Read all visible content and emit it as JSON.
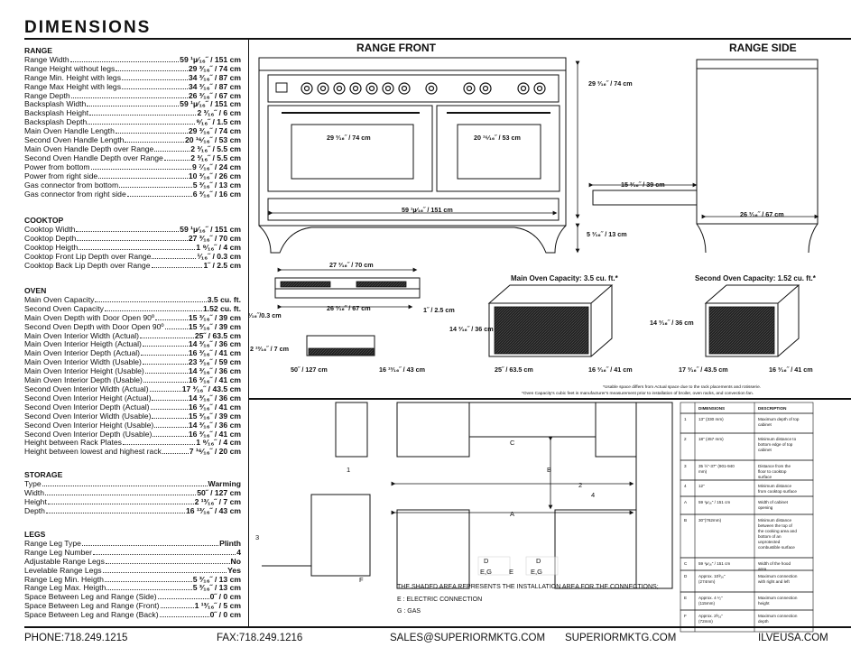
{
  "title": "DIMENSIONS",
  "sections": [
    {
      "name": "RANGE",
      "rows": [
        [
          "Range Width",
          "59 ¹µ⁄₁₆˝ / 151 cm"
        ],
        [
          "Range Height without legs",
          "29 ³⁄₁₆˝ / 74 cm"
        ],
        [
          "Range Min. Height with legs",
          "34 ³⁄₁₆˝ / 87 cm"
        ],
        [
          "Range Max Height with legs",
          "34 ³⁄₁₆˝ / 87 cm"
        ],
        [
          "Range Depth",
          "26 ³⁄₁₆˝ / 67 cm"
        ],
        [
          "Backsplash Width",
          "59 ¹µ⁄₁₆˝ / 151 cm"
        ],
        [
          "Backsplash Height",
          "2 ³⁄₁₆˝ / 6 cm"
        ],
        [
          "Backsplash Depth",
          "⁹⁄₁₆˝ / 1.5 cm"
        ],
        [
          "Main Oven Handle Length",
          "29 ³⁄₁₆˝ / 74 cm"
        ],
        [
          "Second Oven Handle Length",
          "20 ¹⁶⁄₁₆˝ / 53 cm"
        ],
        [
          "Main Oven Handle Depth over Range",
          "2 ³⁄₁₆˝ / 5.5 cm"
        ],
        [
          "Second Oven Handle Depth over Range",
          "2 ³⁄₁₆˝ / 5.5 cm"
        ],
        [
          "Power from bottom",
          "9 ⁷⁄₁₆˝ / 24 cm"
        ],
        [
          "Power from right side",
          "10 ³⁄₁₆˝ / 26 cm"
        ],
        [
          "Gas connector from bottom",
          "5 ³⁄₁₆˝ / 13 cm"
        ],
        [
          "Gas connector from right side",
          "6 ³⁄₁₆˝ / 16 cm"
        ]
      ]
    },
    {
      "name": "COOKTOP",
      "rows": [
        [
          "Cooktop Width",
          "59 ¹µ⁄₁₆˝ / 151 cm"
        ],
        [
          "Cooktop Depth",
          "27 ³⁄₁₆˝ / 70 cm"
        ],
        [
          "Cooktop Heigth",
          "1 ⁹⁄₁₆˝ / 4 cm"
        ],
        [
          "Cooktop Front Lip Depth over Range",
          "¹⁄₁₆˝ / 0.3 cm"
        ],
        [
          "Cooktop Back Lip Depth over Range",
          "1˝ / 2.5 cm"
        ]
      ]
    },
    {
      "name": "OVEN",
      "rows": [
        [
          "Main Oven Capacity",
          "3.5 cu. ft."
        ],
        [
          "Second Oven Capacity",
          "1.52 cu. ft."
        ],
        [
          "Main Oven Depth with Door Open 90º",
          "15 ³⁄₁₆˝ / 39 cm"
        ],
        [
          "Second Oven Depth with Door Open 90º",
          "15 ³⁄₁₆˝ / 39 cm"
        ],
        [
          "Main Oven Interior Width (Actual)",
          "25˝ / 63.5 cm"
        ],
        [
          "Main Oven Interior Heigth (Actual)",
          "14 ³⁄₁₆˝ / 36 cm"
        ],
        [
          "Main Oven Interior Depth (Actual)",
          "16 ³⁄₁₆˝ / 41 cm"
        ],
        [
          "Main Oven Interior Width (Usable)",
          "23 ³⁄₁₆˝ / 59 cm"
        ],
        [
          "Main Oven Interior Height (Usable)",
          "14 ³⁄₁₆˝ / 36 cm"
        ],
        [
          "Main Oven Interior Depth (Usable)",
          "16 ³⁄₁₆˝ / 41 cm"
        ],
        [
          "Second Oven Interior Width (Actual)",
          "17 ³⁄₁₆˝ / 43.5 cm"
        ],
        [
          "Second Oven Interior Height (Actual)",
          "14 ³⁄₁₆˝ / 36 cm"
        ],
        [
          "Second Oven Interior Depth (Actual)",
          "16 ³⁄₁₆˝ / 41 cm"
        ],
        [
          "Second Oven Interior Width (Usable)",
          "15 ³⁄₁₆˝ / 39 cm"
        ],
        [
          "Second Oven Interior Height (Usable)",
          "14 ³⁄₁₆˝ / 36 cm"
        ],
        [
          "Second Oven Interior Depth (Usable)",
          "16 ³⁄₁₆˝ / 41 cm"
        ],
        [
          "Height between Rack Plates",
          "1 ⁹⁄₁₆˝ / 4 cm"
        ],
        [
          "Height between lowest and highest rack",
          "7 ¹⁶⁄₁₆˝ / 20 cm"
        ]
      ]
    },
    {
      "name": "STORAGE",
      "rows": [
        [
          "Type",
          "Warming"
        ],
        [
          "Width",
          "50˝ / 127 cm"
        ],
        [
          "Height",
          "2 ¹³⁄₁₆˝ / 7 cm"
        ],
        [
          "Depth",
          "16 ¹³⁄₁₆˝ / 43 cm"
        ]
      ]
    },
    {
      "name": "LEGS",
      "rows": [
        [
          "Range Leg Type",
          "Plinth"
        ],
        [
          "Range Leg Number",
          "4"
        ],
        [
          "Adjustable Range Legs",
          "No"
        ],
        [
          "Levelable Range Legs",
          "Yes"
        ],
        [
          "Range Leg Min. Heigth",
          "5 ³⁄₁₆˝ / 13 cm"
        ],
        [
          "Range Leg Max. Heigth",
          "5 ³⁄₁₆˝ / 13 cm"
        ],
        [
          "Space Between Leg and Range (Side)",
          "0˝ / 0 cm"
        ],
        [
          "Space Between Leg and Range (Front)",
          "1 ¹³⁄₁₆˝ / 5 cm"
        ],
        [
          "Space Between Leg and Range (Back)",
          "0˝ / 0 cm"
        ]
      ]
    }
  ],
  "drawings": {
    "front_title": "RANGE FRONT",
    "side_title": "RANGE SIDE",
    "front_height": "29 ³⁄₁₆˝ / 74 cm",
    "main_handle": "29 ³⁄₁₆˝ / 74 cm",
    "second_handle": "20 ¹⁶⁄₁₆˝ / 53 cm",
    "front_width": "59 ¹µ⁄₁₆˝ / 151 cm",
    "leg_height": "5 ³⁄₁₆˝ / 13 cm",
    "door_open": "15 ³⁄₁₆˝ / 39 cm",
    "side_depth": "26 ³⁄₁₆˝ / 67 cm",
    "cooktop_depth": "27 ³⁄₁₆˝ / 70 cm",
    "cooktop_inner": "26 ³⁄₁₆˝ / 67 cm",
    "front_lip": "¹⁄₁₆˝/0.3 cm",
    "back_lip": "1˝ / 2.5 cm",
    "drawer_height": "2 ¹³⁄₁₆˝ / 7 cm",
    "drawer_width": "50˝ / 127 cm",
    "drawer_depth": "16 ¹³⁄₁₆˝ / 43 cm",
    "main_cap_title": "Main Oven Capacity: 3.5 cu. ft.*",
    "main_cap_h": "14 ³⁄₁₆˝ / 36 cm",
    "main_cap_w": "25˝ / 63.5 cm",
    "main_cap_d": "16 ³⁄₁₆˝ / 41 cm",
    "second_cap_title": "Second Oven Capacity: 1.52 cu. ft.*",
    "second_cap_h": "14 ³⁄₁₆˝ / 36 cm",
    "second_cap_w": "17 ³⁄₁₆˝ / 43.5 cm",
    "second_cap_d": "16 ³⁄₁₆˝ / 41 cm",
    "note1": "*Usable space differs from Actual space due to the rack placements and rotisserie.",
    "note2": "*Oven Capacity's cubic feet is manufacturer's measurement prior to installation of broiler, oven racks, and convection fan.",
    "shaded_note": "THE SHADED AREA REPRESENTS THE INSTALLATION AREA FOR THE CONNECTIONS;",
    "legend_e": "E : ELECTRIC CONNECTION",
    "legend_g": "G : GAS",
    "labels": {
      "A": "A",
      "B": "B",
      "C": "C",
      "D": "D",
      "E": "E",
      "EG": "E,G",
      "n1": "1",
      "n2": "2",
      "n3": "3",
      "n4": "4",
      "F": "F"
    }
  },
  "table": {
    "headers": [
      "",
      "DIMENSIONS",
      "DESCRIPTION"
    ],
    "rows": [
      [
        "1",
        "13\" (330 mm)",
        "Maximum depth of top cabinet"
      ],
      [
        "2",
        "18\" (457 mm)",
        "Minimum distance to bottom edge of top cabinet"
      ],
      [
        "3",
        "35 ½\"-37\" (901-940 mm)",
        "Distance from the floor to cooktop surface"
      ],
      [
        "4",
        "12\"",
        "Minimum distance from cooktop surface"
      ],
      [
        "A",
        "59 ¹µ⁄₁₆\" / 151 cm",
        "Width of cabinet opening"
      ],
      [
        "B",
        "30\"(762mm)",
        "Minimum distance between the top of the cooking area and bottom of an unprotected combustible surface"
      ],
      [
        "C",
        "59 ¹µ⁄₁₆\" / 151 cm",
        "Width of the hood area"
      ],
      [
        "D",
        "Approx. 10³⁄₁₆\" (274mm)",
        "Maximum connection with right and left"
      ],
      [
        "E",
        "Approx. 4 ¹⁄₂\" (115mm)",
        "Maximum connection height"
      ],
      [
        "F",
        "Approx. 2³⁄₁₆\" (72mm)",
        "Maximum connection depth"
      ]
    ]
  },
  "footer": {
    "phone": "PHONE:718.249.1215",
    "fax": "FAX:718.249.1216",
    "email": "SALES@SUPERIORMKTG.COM",
    "site1": "SUPERIORMKTG.COM",
    "site2": "ILVEUSA.COM"
  }
}
